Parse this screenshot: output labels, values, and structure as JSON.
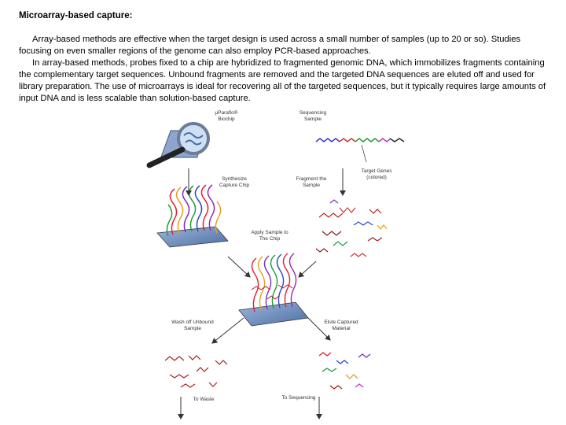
{
  "title": "Microarray-based capture:",
  "paragraphs": [
    "Array-based methods are effective when the target design is used across a small number of samples (up to 20 or so). Studies focusing on even smaller regions of the genome can also employ PCR-based approaches.",
    "In array-based methods, probes fixed to a chip are hybridized to fragmented genomic DNA, which immobilizes fragments containing the complementary target sequences. Unbound fragments are removed and the targeted DNA sequences are eluted off and used for library preparation. The use of microarrays is ideal for recovering all of the targeted sequences, but it typically requires large amounts of input DNA and is less scalable than solution-based capture."
  ],
  "figure": {
    "biochip": "µParaflo®\nBiochip",
    "sequencing_sample": "Sequencing\nSample",
    "target_genes": "Target Genes\n(colored)",
    "synthesize": "Synthesize\nCapture Chip",
    "fragment": "Fragment the\nSample",
    "apply": "Apply Sample to\nThe Chip",
    "wash": "Wash off Unbound\nSample",
    "elute": "Elute Captured\nMaterial",
    "to_waste": "To Waste",
    "to_sequencing": "To Sequencing"
  }
}
